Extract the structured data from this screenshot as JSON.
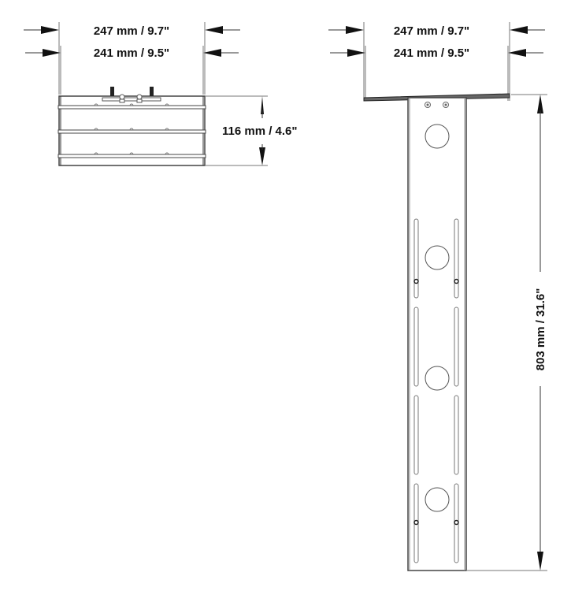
{
  "diagram": {
    "type": "technical-dimension-drawing",
    "views": [
      {
        "name": "top-view",
        "dimensions": {
          "outer_width": "247 mm / 9.7\"",
          "inner_width": "241 mm / 9.5\"",
          "height": "116 mm / 4.6\""
        }
      },
      {
        "name": "front-view",
        "dimensions": {
          "outer_width": "247 mm / 9.7\"",
          "inner_width": "241 mm / 9.5\"",
          "height": "803 mm / 31.6\""
        }
      }
    ],
    "colors": {
      "line": "#333333",
      "text": "#111111",
      "background": "#ffffff"
    }
  }
}
